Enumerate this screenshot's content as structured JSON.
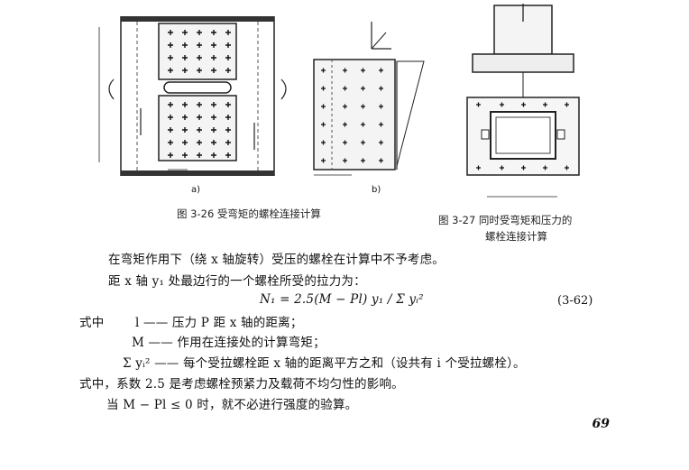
{
  "figures": {
    "fig326": {
      "caption": "图 3-26  受弯矩的螺栓连接计算",
      "sub_a": "a)",
      "sub_b": "b)"
    },
    "fig327": {
      "caption_line1": "图 3-27  同时受弯矩和压力的",
      "caption_line2": "螺栓连接计算"
    }
  },
  "text": {
    "line1": "在弯矩作用下（绕 x 轴旋转）受压的螺栓在计算中不予考虑。",
    "line2": "距 x 轴 y₁ 处最边行的一个螺栓所受的拉力为：",
    "formula": "N₁ = 2.5(M − Pl) y₁ / Σ yᵢ²",
    "eqno": "(3-62)",
    "where_label": "式中",
    "def1": "l —— 压力 P 距 x 轴的距离；",
    "def2": "M —— 作用在连接处的计算弯矩；",
    "def3": "Σ yᵢ² —— 每个受拉螺栓距 x 轴的距离平方之和（设共有 i 个受拉螺栓）。",
    "line3": "式中，系数 2.5 是考虑螺栓预紧力及载荷不均匀性的影响。",
    "line4": "当 M − Pl ≤ 0 时，就不必进行强度的验算。"
  },
  "page_number": "69"
}
